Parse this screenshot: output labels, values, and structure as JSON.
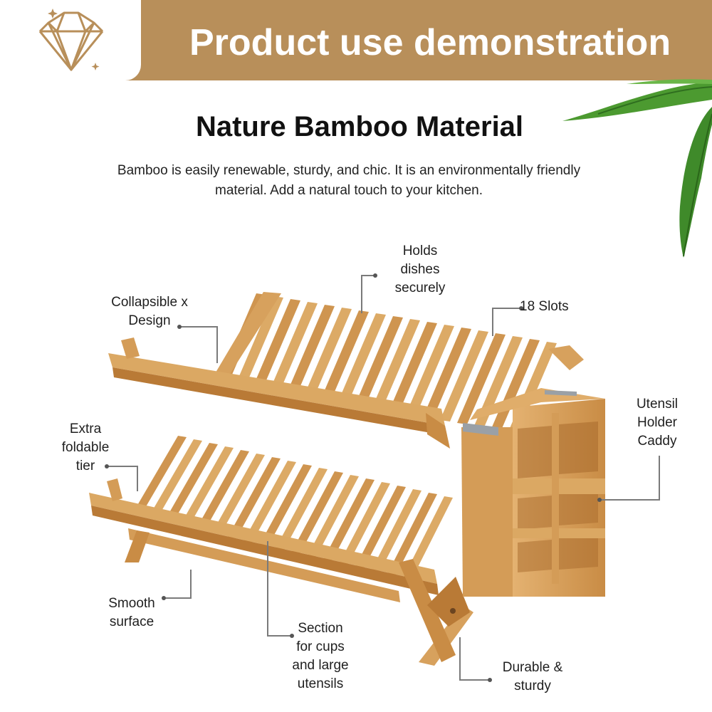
{
  "banner": {
    "title": "Product use demonstration",
    "color": "#b88f5a",
    "logo_icon": "diamond-icon"
  },
  "heading": "Nature Bamboo Material",
  "description": {
    "line1": "Bamboo is easily renewable, sturdy, and chic. It is an environmentally friendly",
    "line2": "material. Add a natural touch to your kitchen."
  },
  "callouts": {
    "holds": [
      "Holds",
      "dishes",
      "securely"
    ],
    "collapsible": [
      "Collapsible x",
      "Design"
    ],
    "slots": "18 Slots",
    "utensil": [
      "Utensil",
      "Holder",
      "Caddy"
    ],
    "extra": [
      "Extra",
      "foldable",
      "tier"
    ],
    "smooth": [
      "Smooth",
      "surface"
    ],
    "section": [
      "Section",
      "for cups",
      "and large",
      "utensils"
    ],
    "durable": [
      "Durable &",
      "sturdy"
    ]
  },
  "colors": {
    "bamboo": "#d9a45f",
    "bamboo_dark": "#b97a36",
    "leaf": "#3f8a2a",
    "leader_line": "#7a7a7a"
  }
}
